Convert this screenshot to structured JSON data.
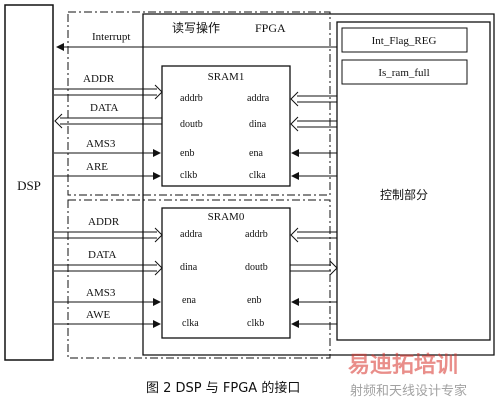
{
  "dsp": {
    "label": "DSP"
  },
  "fpga": {
    "label": "FPGA",
    "rw_label": "读写操作"
  },
  "signals": {
    "interrupt": "Interrupt",
    "top": [
      "ADDR",
      "DATA",
      "AMS3",
      "ARE"
    ],
    "bottom": [
      "ADDR",
      "DATA",
      "AMS3",
      "AWE"
    ]
  },
  "sram1": {
    "title": "SRAM1",
    "left_ports": [
      "addrb",
      "doutb",
      "enb",
      "clkb"
    ],
    "right_ports": [
      "addra",
      "dina",
      "ena",
      "clka"
    ]
  },
  "sram0": {
    "title": "SRAM0",
    "left_ports": [
      "addra",
      "dina",
      "ena",
      "clka"
    ],
    "right_ports": [
      "addrb",
      "doutb",
      "enb",
      "clkb"
    ]
  },
  "control": {
    "label": "控制部分",
    "registers": [
      "Int_Flag_REG",
      "Is_ram_full"
    ]
  },
  "caption": "图 2   DSP 与 FPGA 的接口",
  "watermark": {
    "brand": "易迪拓培训",
    "sub": "射频和天线设计专家"
  },
  "colors": {
    "ink": "#111111",
    "watermark_red": "#d8332b"
  }
}
